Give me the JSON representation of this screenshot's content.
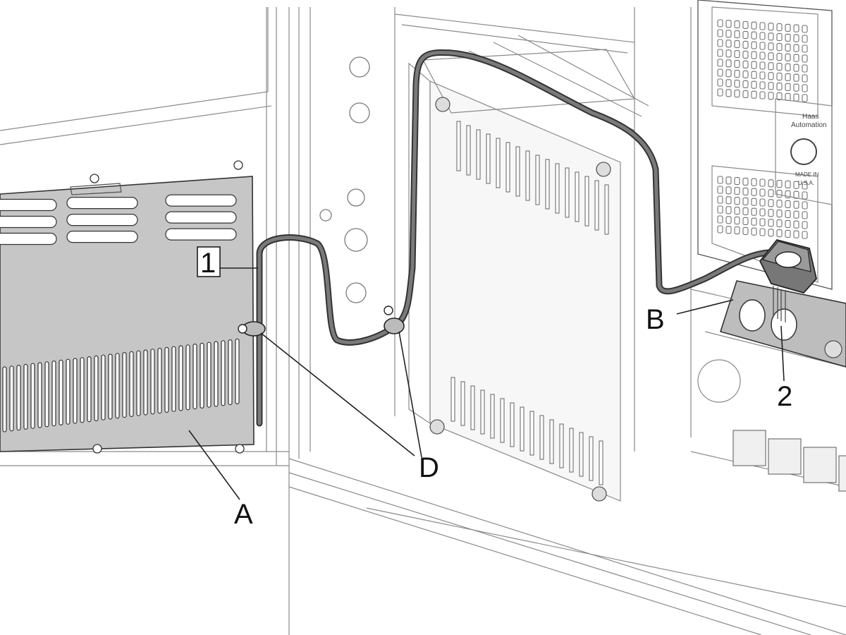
{
  "figure": {
    "callouts": {
      "one": "1",
      "two": "2",
      "a": "A",
      "b": "B",
      "d": "D"
    },
    "logo_text": [
      "Haas",
      "Automation",
      "MADE IN",
      "U.S.A."
    ],
    "colors": {
      "line_art": "#8a8a8a",
      "cover_fill": "#c6c6c6",
      "cable": "#7a7a7a",
      "cable_outline": "#333333",
      "callout_text": "#111111"
    }
  }
}
